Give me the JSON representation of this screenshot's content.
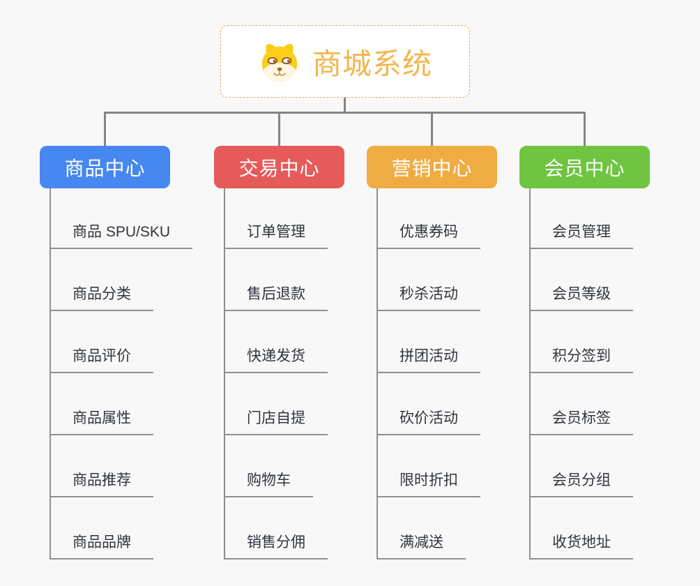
{
  "background_color": "#F8F8F8",
  "connector_color": "#848484",
  "root": {
    "label": "商城系统",
    "icon": "dog-face-icon",
    "text_color": "#F2B64F",
    "border_color": "#F0A85C"
  },
  "branches": [
    {
      "label": "商品中心",
      "color": "#4788F0",
      "items": [
        "商品 SPU/SKU",
        "商品分类",
        "商品评价",
        "商品属性",
        "商品推荐",
        "商品品牌"
      ]
    },
    {
      "label": "交易中心",
      "color": "#E65A5A",
      "items": [
        "订单管理",
        "售后退款",
        "快递发货",
        "门店自提",
        "购物车",
        "销售分佣"
      ]
    },
    {
      "label": "营销中心",
      "color": "#EFAC42",
      "items": [
        "优惠券码",
        "秒杀活动",
        "拼团活动",
        "砍价活动",
        "限时折扣",
        "满减送"
      ]
    },
    {
      "label": "会员中心",
      "color": "#6FC440",
      "items": [
        "会员管理",
        "会员等级",
        "积分签到",
        "会员标签",
        "会员分组",
        "收货地址"
      ]
    }
  ]
}
